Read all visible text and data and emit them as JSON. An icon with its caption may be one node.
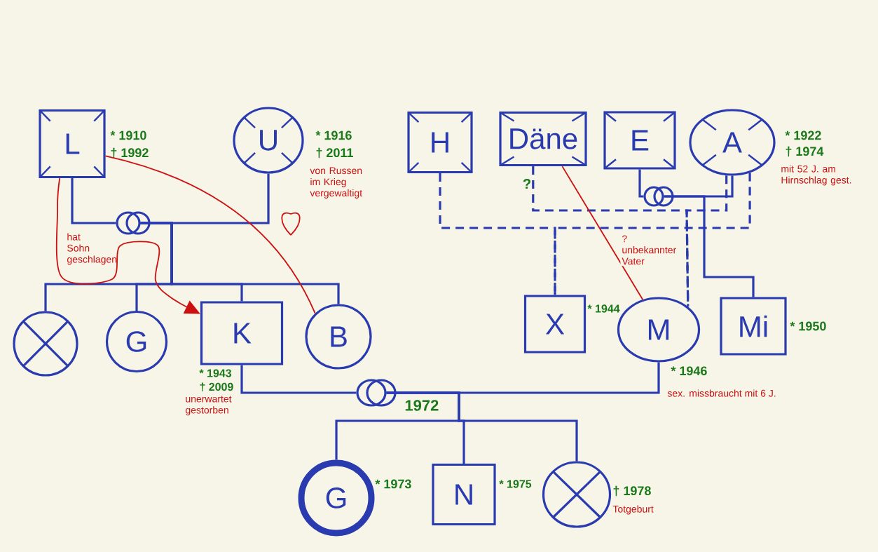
{
  "diagram": {
    "nodes": [
      {
        "text": [
          "L"
        ],
        "beside": [
          "* 1910",
          "† 1992"
        ]
      },
      {
        "text": [
          "U"
        ],
        "beside": [
          "* 1916",
          "† 2011",
          "von Russen im Krieg vergewaltigt"
        ]
      },
      {
        "text": [
          "H"
        ]
      },
      {
        "text": [
          "Däne"
        ],
        "beside": [
          "?"
        ]
      },
      {
        "text": [
          "E"
        ]
      },
      {
        "text": [
          "A"
        ],
        "beside": [
          "* 1922",
          "† 1974",
          "mit 52 J. am Hirnschlag gest."
        ]
      },
      {
        "text": [],
        "shape": "circle"
      },
      {
        "text": [
          "G"
        ]
      },
      {
        "text": [
          "K"
        ],
        "beside": [
          "* 1943",
          "† 2009",
          "unerwartet gestorben"
        ]
      },
      {
        "text": [
          "B"
        ]
      },
      {
        "text": [
          "X"
        ],
        "beside": [
          "* 1944"
        ]
      },
      {
        "text": [
          "M"
        ],
        "beside": [
          "* 1946",
          "sex. missbraucht mit 6 J."
        ]
      },
      {
        "text": [
          "Mi"
        ],
        "beside": [
          "* 1950"
        ]
      },
      {
        "text": [
          "G"
        ],
        "beside": [
          "* 1973"
        ]
      },
      {
        "text": [
          "N"
        ],
        "beside": [
          "* 1975"
        ]
      },
      {
        "text": [],
        "shape": "circle",
        "beside": [
          "† 1978",
          "Totgeburt"
        ]
      },
      {
        "text": [],
        "shape": "circle"
      },
      {
        "text": [],
        "shape": "circle"
      },
      {
        "text": [],
        "shape": "circle",
        "beside": [
          "1972"
        ]
      }
    ],
    "edges": [
      {
        "from": 0,
        "to": 16,
        "arrow": "none"
      },
      {
        "from": 16,
        "to": 1,
        "arrow": "none"
      },
      {
        "from": 16,
        "to": 6,
        "arrow": "none"
      },
      {
        "from": 16,
        "to": 7,
        "arrow": "none"
      },
      {
        "from": 16,
        "to": 8,
        "arrow": "none"
      },
      {
        "from": 16,
        "to": 9,
        "arrow": "none"
      },
      {
        "from": 4,
        "to": 17,
        "arrow": "none"
      },
      {
        "from": 17,
        "to": 5,
        "arrow": "none"
      },
      {
        "from": 17,
        "to": 12,
        "arrow": "none"
      },
      {
        "from": 2,
        "to": 10,
        "arrow": "none",
        "style": "dashed"
      },
      {
        "from": 5,
        "to": 10,
        "arrow": "none",
        "style": "dashed"
      },
      {
        "from": 3,
        "to": 11,
        "arrow": "none",
        "style": "dashed"
      },
      {
        "from": 5,
        "to": 11,
        "arrow": "none",
        "style": "dashed"
      },
      {
        "from": 8,
        "to": 18,
        "arrow": "none"
      },
      {
        "from": 18,
        "to": 11,
        "arrow": "none"
      },
      {
        "from": 18,
        "to": 13,
        "arrow": "none"
      },
      {
        "from": 18,
        "to": 14,
        "arrow": "none"
      },
      {
        "from": 18,
        "to": 15,
        "arrow": "none"
      },
      {
        "from": 0,
        "to": 8,
        "arrow": "to",
        "color": "#cc1111",
        "label": "hat Sohn geschlagen"
      },
      {
        "from": 0,
        "to": 9,
        "arrow": "none",
        "color": "#cc1111"
      },
      {
        "from": 3,
        "to": 11,
        "arrow": "none",
        "color": "#cc1111",
        "label": "? unbekannter Vater"
      }
    ]
  }
}
